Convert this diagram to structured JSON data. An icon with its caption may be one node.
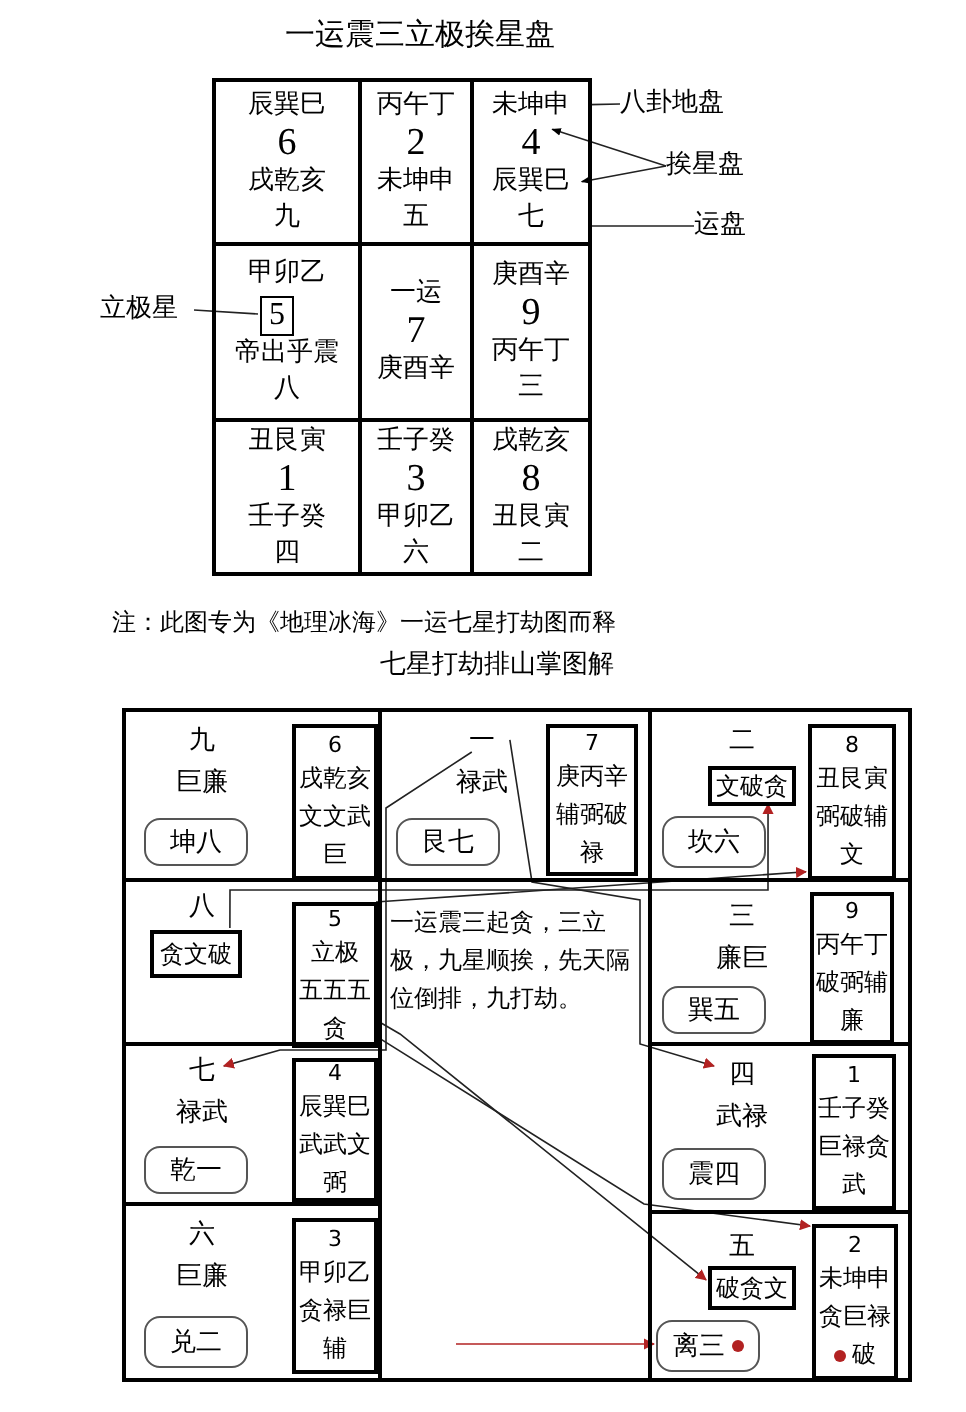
{
  "diagram": {
    "title": "一运震三立极挨星盘",
    "nodes": [
      {
        "text": [
          "辰巽巳",
          "6",
          "戌乾亥",
          "九"
        ]
      },
      {
        "text": [
          "丙午丁",
          "2",
          "未坤申",
          "五"
        ]
      },
      {
        "text": [
          "未坤申",
          "4",
          "辰巽巳",
          "七"
        ]
      },
      {
        "text": [
          "甲卯乙",
          "帝出乎震",
          "八"
        ]
      },
      {
        "text": [
          "一运",
          "7",
          "庚酉辛"
        ]
      },
      {
        "text": [
          "庚酉辛",
          "9",
          "丙午丁",
          "三"
        ]
      },
      {
        "text": [
          "丑艮寅",
          "1",
          "壬子癸",
          "四"
        ]
      },
      {
        "text": [
          "壬子癸",
          "3",
          "甲卯乙",
          "六"
        ]
      },
      {
        "text": [
          "戌乾亥",
          "8",
          "丑艮寅",
          "二"
        ]
      },
      {
        "text": [
          "5"
        ],
        "in": 3
      },
      {
        "text": [
          "八卦地盘"
        ]
      },
      {
        "text": [
          "挨星盘"
        ]
      },
      {
        "text": [
          "运盘"
        ]
      },
      {
        "text": [
          "立极星"
        ]
      },
      {
        "text": [
          "九",
          "巨廉"
        ]
      },
      {
        "text": [
          "坤八"
        ],
        "in": 14
      },
      {
        "text": [
          "6",
          "戌乾亥",
          "文文武",
          "巨"
        ],
        "in": 14
      },
      {
        "text": [
          "八"
        ]
      },
      {
        "text": [
          "贪文破"
        ],
        "in": 17
      },
      {
        "text": [
          "5",
          "立极",
          "五五五",
          "贪"
        ],
        "in": 17
      },
      {
        "text": [
          "七",
          "禄武"
        ]
      },
      {
        "text": [
          "乾一"
        ],
        "in": 20
      },
      {
        "text": [
          "4",
          "辰巽巳",
          "武武文",
          "弼"
        ],
        "in": 20
      },
      {
        "text": [
          "六",
          "巨廉"
        ]
      },
      {
        "text": [
          "兑二"
        ],
        "in": 23
      },
      {
        "text": [
          "3",
          "甲卯乙",
          "贪禄巨",
          "辅"
        ],
        "in": 23
      },
      {
        "text": [
          "一",
          "禄武"
        ]
      },
      {
        "text": [
          "艮七"
        ],
        "in": 26
      },
      {
        "text": [
          "7",
          "庚丙辛",
          "辅弼破",
          "禄"
        ],
        "in": 26
      },
      {
        "text": [
          "一运震三起贪，三立极，九星顺挨，先天隔位倒排，九打劫。"
        ]
      },
      {
        "text": [
          "二"
        ]
      },
      {
        "text": [
          "文破贪"
        ],
        "in": 30
      },
      {
        "text": [
          "坎六"
        ],
        "in": 30
      },
      {
        "text": [
          "8",
          "丑艮寅",
          "弼破辅",
          "文"
        ],
        "in": 30
      },
      {
        "text": [
          "三",
          "廉巨"
        ]
      },
      {
        "text": [
          "巽五"
        ],
        "in": 34
      },
      {
        "text": [
          "9",
          "丙午丁",
          "破弼辅",
          "廉"
        ],
        "in": 34
      },
      {
        "text": [
          "四",
          "武禄"
        ]
      },
      {
        "text": [
          "震四"
        ],
        "in": 37
      },
      {
        "text": [
          "1",
          "壬子癸",
          "巨禄贪",
          "武"
        ],
        "in": 37
      },
      {
        "text": [
          "五"
        ]
      },
      {
        "text": [
          "破贪文"
        ],
        "in": 40
      },
      {
        "text": [
          "离三"
        ],
        "in": 40
      },
      {
        "text": [
          "2",
          "未坤申",
          "贪巨禄",
          "破"
        ],
        "in": 40
      }
    ],
    "edges": [
      {
        "from": 10,
        "to": 2,
        "arrow": "none"
      },
      {
        "from": 11,
        "to": 2,
        "arrow": "to"
      },
      {
        "from": 11,
        "to": 2,
        "arrow": "to"
      },
      {
        "from": 12,
        "to": 2,
        "arrow": "none"
      },
      {
        "from": 13,
        "to": 9,
        "arrow": "none"
      },
      {
        "from": 18,
        "to": 31,
        "arrow": "to"
      },
      {
        "from": 19,
        "to": 33,
        "arrow": "to"
      },
      {
        "from": 26,
        "to": 20,
        "arrow": "to"
      },
      {
        "from": 26,
        "to": 37,
        "arrow": "to"
      },
      {
        "from": 19,
        "to": 43,
        "arrow": "to"
      },
      {
        "from": 19,
        "to": 41,
        "arrow": "to"
      },
      {
        "from": null,
        "to": 42,
        "arrow": "to",
        "color": "#b22222"
      }
    ],
    "labels": [
      "注：此图专为《地理冰海》一运七星打劫图而释",
      "七星打劫排山掌图解"
    ]
  }
}
